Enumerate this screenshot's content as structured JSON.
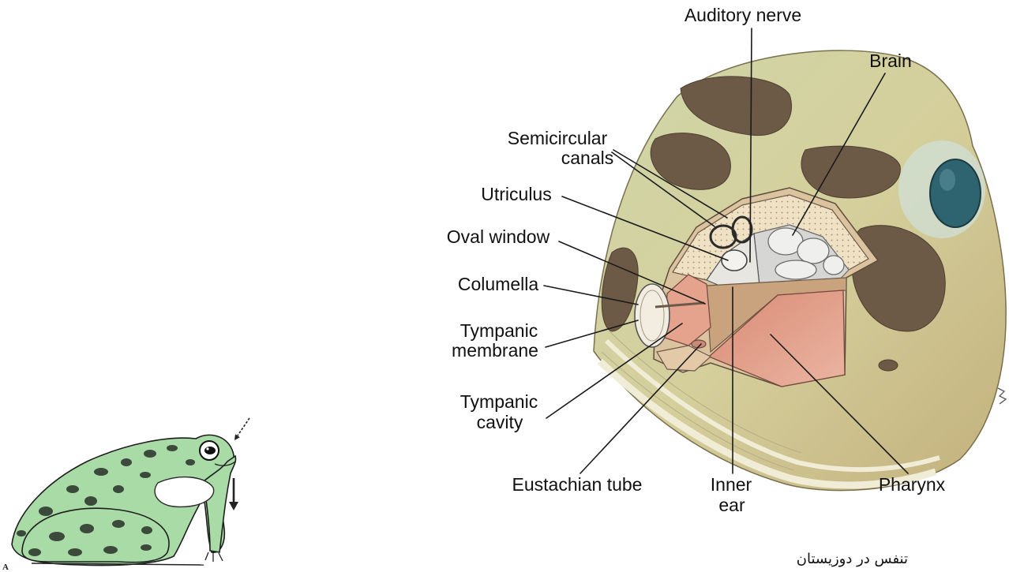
{
  "labels": {
    "auditory_nerve": "Auditory nerve",
    "brain": "Brain",
    "semicircular_canals": [
      "Semicircular",
      "canals"
    ],
    "utriculus": "Utriculus",
    "oval_window": "Oval window",
    "columella": "Columella",
    "tympanic_membrane": [
      "Tympanic",
      "membrane"
    ],
    "tympanic_cavity": [
      "Tympanic",
      "cavity"
    ],
    "eustachian_tube": "Eustachian tube",
    "inner_ear": [
      "Inner",
      "ear"
    ],
    "pharynx": "Pharynx"
  },
  "figure": {
    "panel_label": "A",
    "caption": "تنفس در دوزیستان"
  },
  "colors": {
    "frog_green": "#a8dba6",
    "frog_outline": "#1e1e1e",
    "head_skin": "#d5cf9c",
    "head_spots": "#6c5a46",
    "eye": "#2e6470",
    "cut_surface": "#dcc39f",
    "cavity_pink": "#e5a28d",
    "brain_tissue": "#efefee"
  }
}
